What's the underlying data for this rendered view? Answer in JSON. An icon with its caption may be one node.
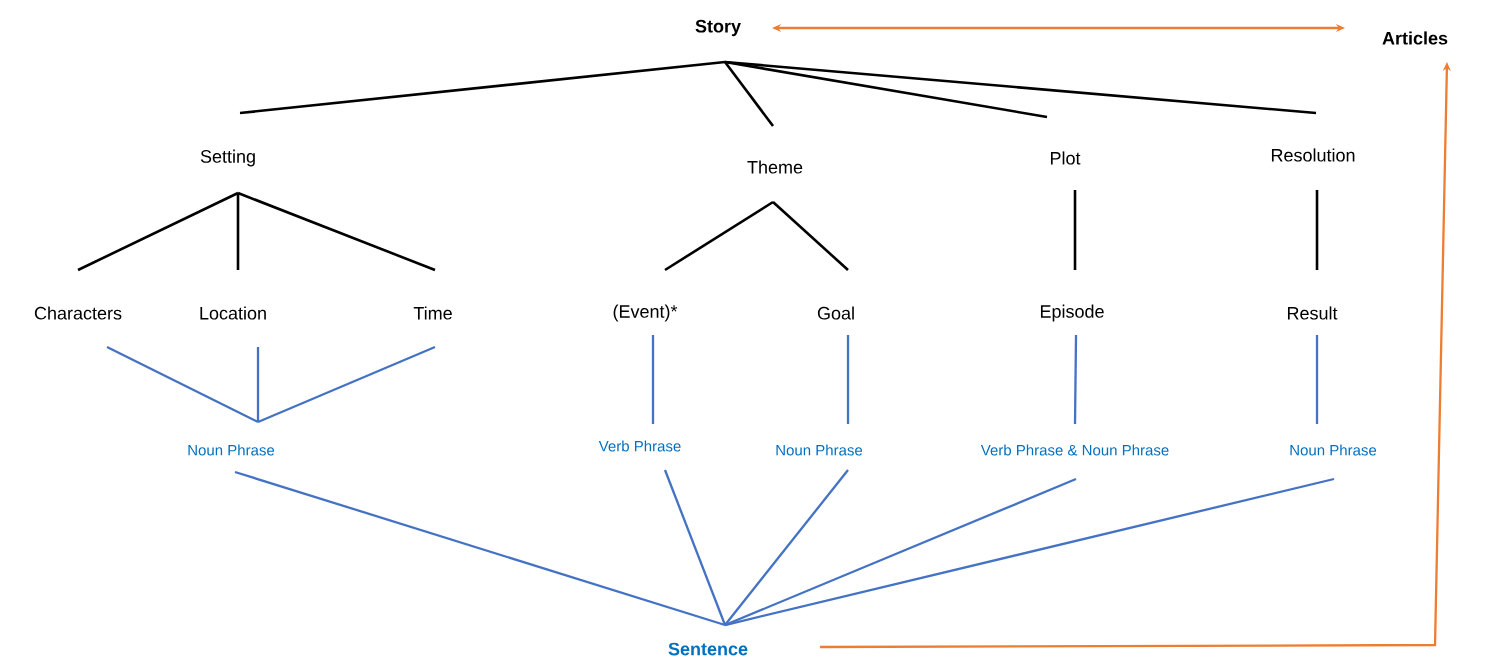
{
  "diagram": {
    "nodes": [
      {
        "text": [
          "Story"
        ]
      },
      {
        "text": [
          "Articles"
        ]
      },
      {
        "text": [
          "Setting"
        ]
      },
      {
        "text": [
          "Theme"
        ]
      },
      {
        "text": [
          "Plot"
        ]
      },
      {
        "text": [
          "Resolution"
        ]
      },
      {
        "text": [
          "Characters"
        ]
      },
      {
        "text": [
          "Location"
        ]
      },
      {
        "text": [
          "Time"
        ]
      },
      {
        "text": [
          "(Event)*"
        ]
      },
      {
        "text": [
          "Goal"
        ]
      },
      {
        "text": [
          "Episode"
        ]
      },
      {
        "text": [
          "Result"
        ]
      },
      {
        "text": [
          "Noun Phrase"
        ]
      },
      {
        "text": [
          "Verb Phrase"
        ]
      },
      {
        "text": [
          "Noun Phrase"
        ]
      },
      {
        "text": [
          "Verb Phrase & Noun Phrase"
        ]
      },
      {
        "text": [
          "Noun Phrase"
        ]
      },
      {
        "text": [
          "Sentence"
        ]
      }
    ],
    "edges": [
      {
        "from": 0,
        "to": 1,
        "arrow": "both",
        "color": "#ed7d31"
      },
      {
        "from": 0,
        "to": 2,
        "arrow": "none",
        "color": "#000000"
      },
      {
        "from": 0,
        "to": 3,
        "arrow": "none",
        "color": "#000000"
      },
      {
        "from": 0,
        "to": 4,
        "arrow": "none",
        "color": "#000000"
      },
      {
        "from": 0,
        "to": 5,
        "arrow": "none",
        "color": "#000000"
      },
      {
        "from": 2,
        "to": 6,
        "arrow": "none",
        "color": "#000000"
      },
      {
        "from": 2,
        "to": 7,
        "arrow": "none",
        "color": "#000000"
      },
      {
        "from": 2,
        "to": 8,
        "arrow": "none",
        "color": "#000000"
      },
      {
        "from": 3,
        "to": 9,
        "arrow": "none",
        "color": "#000000"
      },
      {
        "from": 3,
        "to": 10,
        "arrow": "none",
        "color": "#000000"
      },
      {
        "from": 4,
        "to": 11,
        "arrow": "none",
        "color": "#000000"
      },
      {
        "from": 5,
        "to": 12,
        "arrow": "none",
        "color": "#000000"
      },
      {
        "from": 6,
        "to": 13,
        "arrow": "none",
        "color": "#4472c4"
      },
      {
        "from": 7,
        "to": 13,
        "arrow": "none",
        "color": "#4472c4"
      },
      {
        "from": 8,
        "to": 13,
        "arrow": "none",
        "color": "#4472c4"
      },
      {
        "from": 9,
        "to": 14,
        "arrow": "none",
        "color": "#4472c4"
      },
      {
        "from": 10,
        "to": 15,
        "arrow": "none",
        "color": "#4472c4"
      },
      {
        "from": 11,
        "to": 16,
        "arrow": "none",
        "color": "#4472c4"
      },
      {
        "from": 12,
        "to": 17,
        "arrow": "none",
        "color": "#4472c4"
      },
      {
        "from": 13,
        "to": 18,
        "arrow": "none",
        "color": "#4472c4"
      },
      {
        "from": 14,
        "to": 18,
        "arrow": "none",
        "color": "#4472c4"
      },
      {
        "from": 15,
        "to": 18,
        "arrow": "none",
        "color": "#4472c4"
      },
      {
        "from": 16,
        "to": 18,
        "arrow": "none",
        "color": "#4472c4"
      },
      {
        "from": 17,
        "to": 18,
        "arrow": "none",
        "color": "#4472c4"
      },
      {
        "from": 18,
        "to": 1,
        "arrow": "to",
        "color": "#ed7d31"
      }
    ]
  }
}
